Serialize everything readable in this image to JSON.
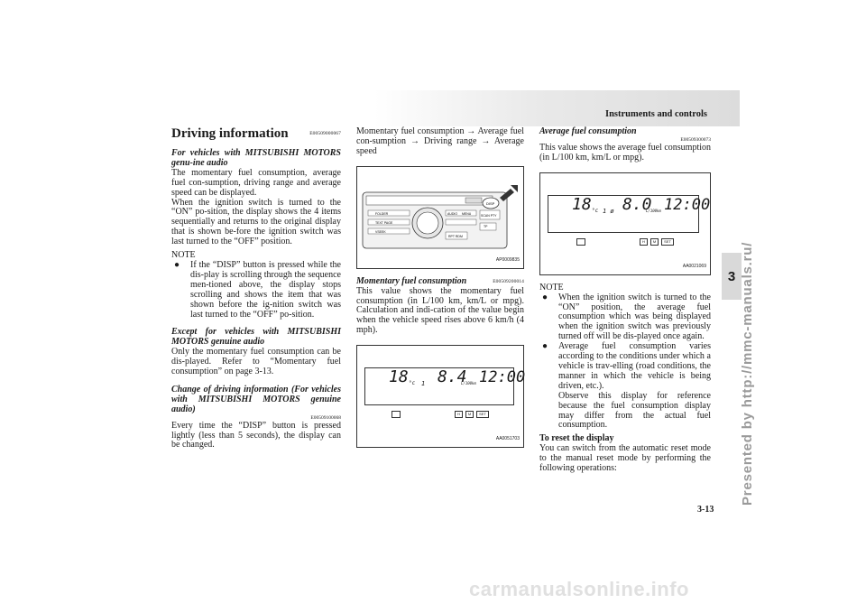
{
  "header": {
    "title": "Instruments and controls"
  },
  "side_tab": {
    "chapter": "3"
  },
  "watermark": {
    "text": "Presented by http://mmc-manuals.ru/"
  },
  "page_number": "3-13",
  "footer": {
    "text": "carmanualsonline.info"
  },
  "col1": {
    "heading": "Driving information",
    "heading_code": "E00509000067",
    "sub1": "For vehicles with MITSUBISHI MOTORS genu-ine audio",
    "p1": "The momentary fuel consumption, average fuel con-sumption, driving range and average speed can be displayed.",
    "p2": "When the ignition switch is turned to the “ON” po-sition, the display shows the 4 items sequentially and returns to the original display that is shown be-fore the ignition switch was last turned to the “OFF” position.",
    "note_label": "NOTE",
    "note1": "If the “DISP” button is pressed while the dis-play is scrolling through the sequence men-tioned above, the display stops scrolling and shows the item that was shown before the ig-nition switch was last turned to the “OFF” po-sition.",
    "sub2": "Except for vehicles with MITSUBISHI MOTORS genuine audio",
    "p3": "Only the momentary fuel consumption can be dis-played. Refer to “Momentary fuel consumption” on page 3-13.",
    "sub3": "Change of driving information (For vehicles with MITSUBISHI MOTORS genuine audio)",
    "sub3_code": "E00509100068",
    "p4": "Every time the “DISP” button is pressed lightly (less than 5 seconds), the display can be changed."
  },
  "col2": {
    "p1": "Momentary fuel consumption → Average fuel con-sumption → Driving range → Average speed",
    "fig1_id": "AP0009835",
    "fig1_labels": [
      "DISP",
      "AUDIO",
      "MENU",
      "SCAN PTY",
      "TP",
      "RPT RDM",
      "FOLDER",
      "TEXT PAGE",
      "VSEEK"
    ],
    "heading": "Momentary fuel consumption",
    "heading_code": "E00509200014",
    "p2": "This value shows the momentary fuel consumption (in L/100 km, km/L or mpg). Calculation and indi-cation of the value begin when the vehicle speed rises above 6 km/h (4 mph).",
    "fig2_id": "AA0051703",
    "fig2_display": {
      "temp": "18",
      "unit": "°c",
      "seg": "1",
      "fuel": "8.4",
      "fuel_unit": "L/100km",
      "clock": "12:00"
    },
    "fig2_buttons": [
      "H",
      "M",
      "SET"
    ]
  },
  "col3": {
    "heading": "Average fuel consumption",
    "heading_code": "E00509300073",
    "p1": "This value shows the average fuel consumption (in L/100 km, km/L or mpg).",
    "fig_id": "AA0021069",
    "fig_display": {
      "temp": "18",
      "unit": "°c",
      "seg": "1 ø",
      "fuel": "8.0",
      "fuel_unit": "L/100km",
      "clock": "12:00"
    },
    "fig_buttons": [
      "H",
      "M",
      "SET"
    ],
    "note_label": "NOTE",
    "note1": "When the ignition switch is turned to the “ON” position, the average fuel consumption which was being displayed when the ignition switch was previously turned off will be dis-played once again.",
    "note2": "Average fuel consumption varies according to the conditions under which a vehicle is trav-elling (road conditions, the manner in which the vehicle is being driven, etc.).",
    "note2b": "Observe this display for reference because the fuel consumption display may differ from the actual fuel consumption.",
    "sub": "To reset the display",
    "p2": "You can switch from the automatic reset mode to the manual reset mode by performing the following operations:"
  }
}
